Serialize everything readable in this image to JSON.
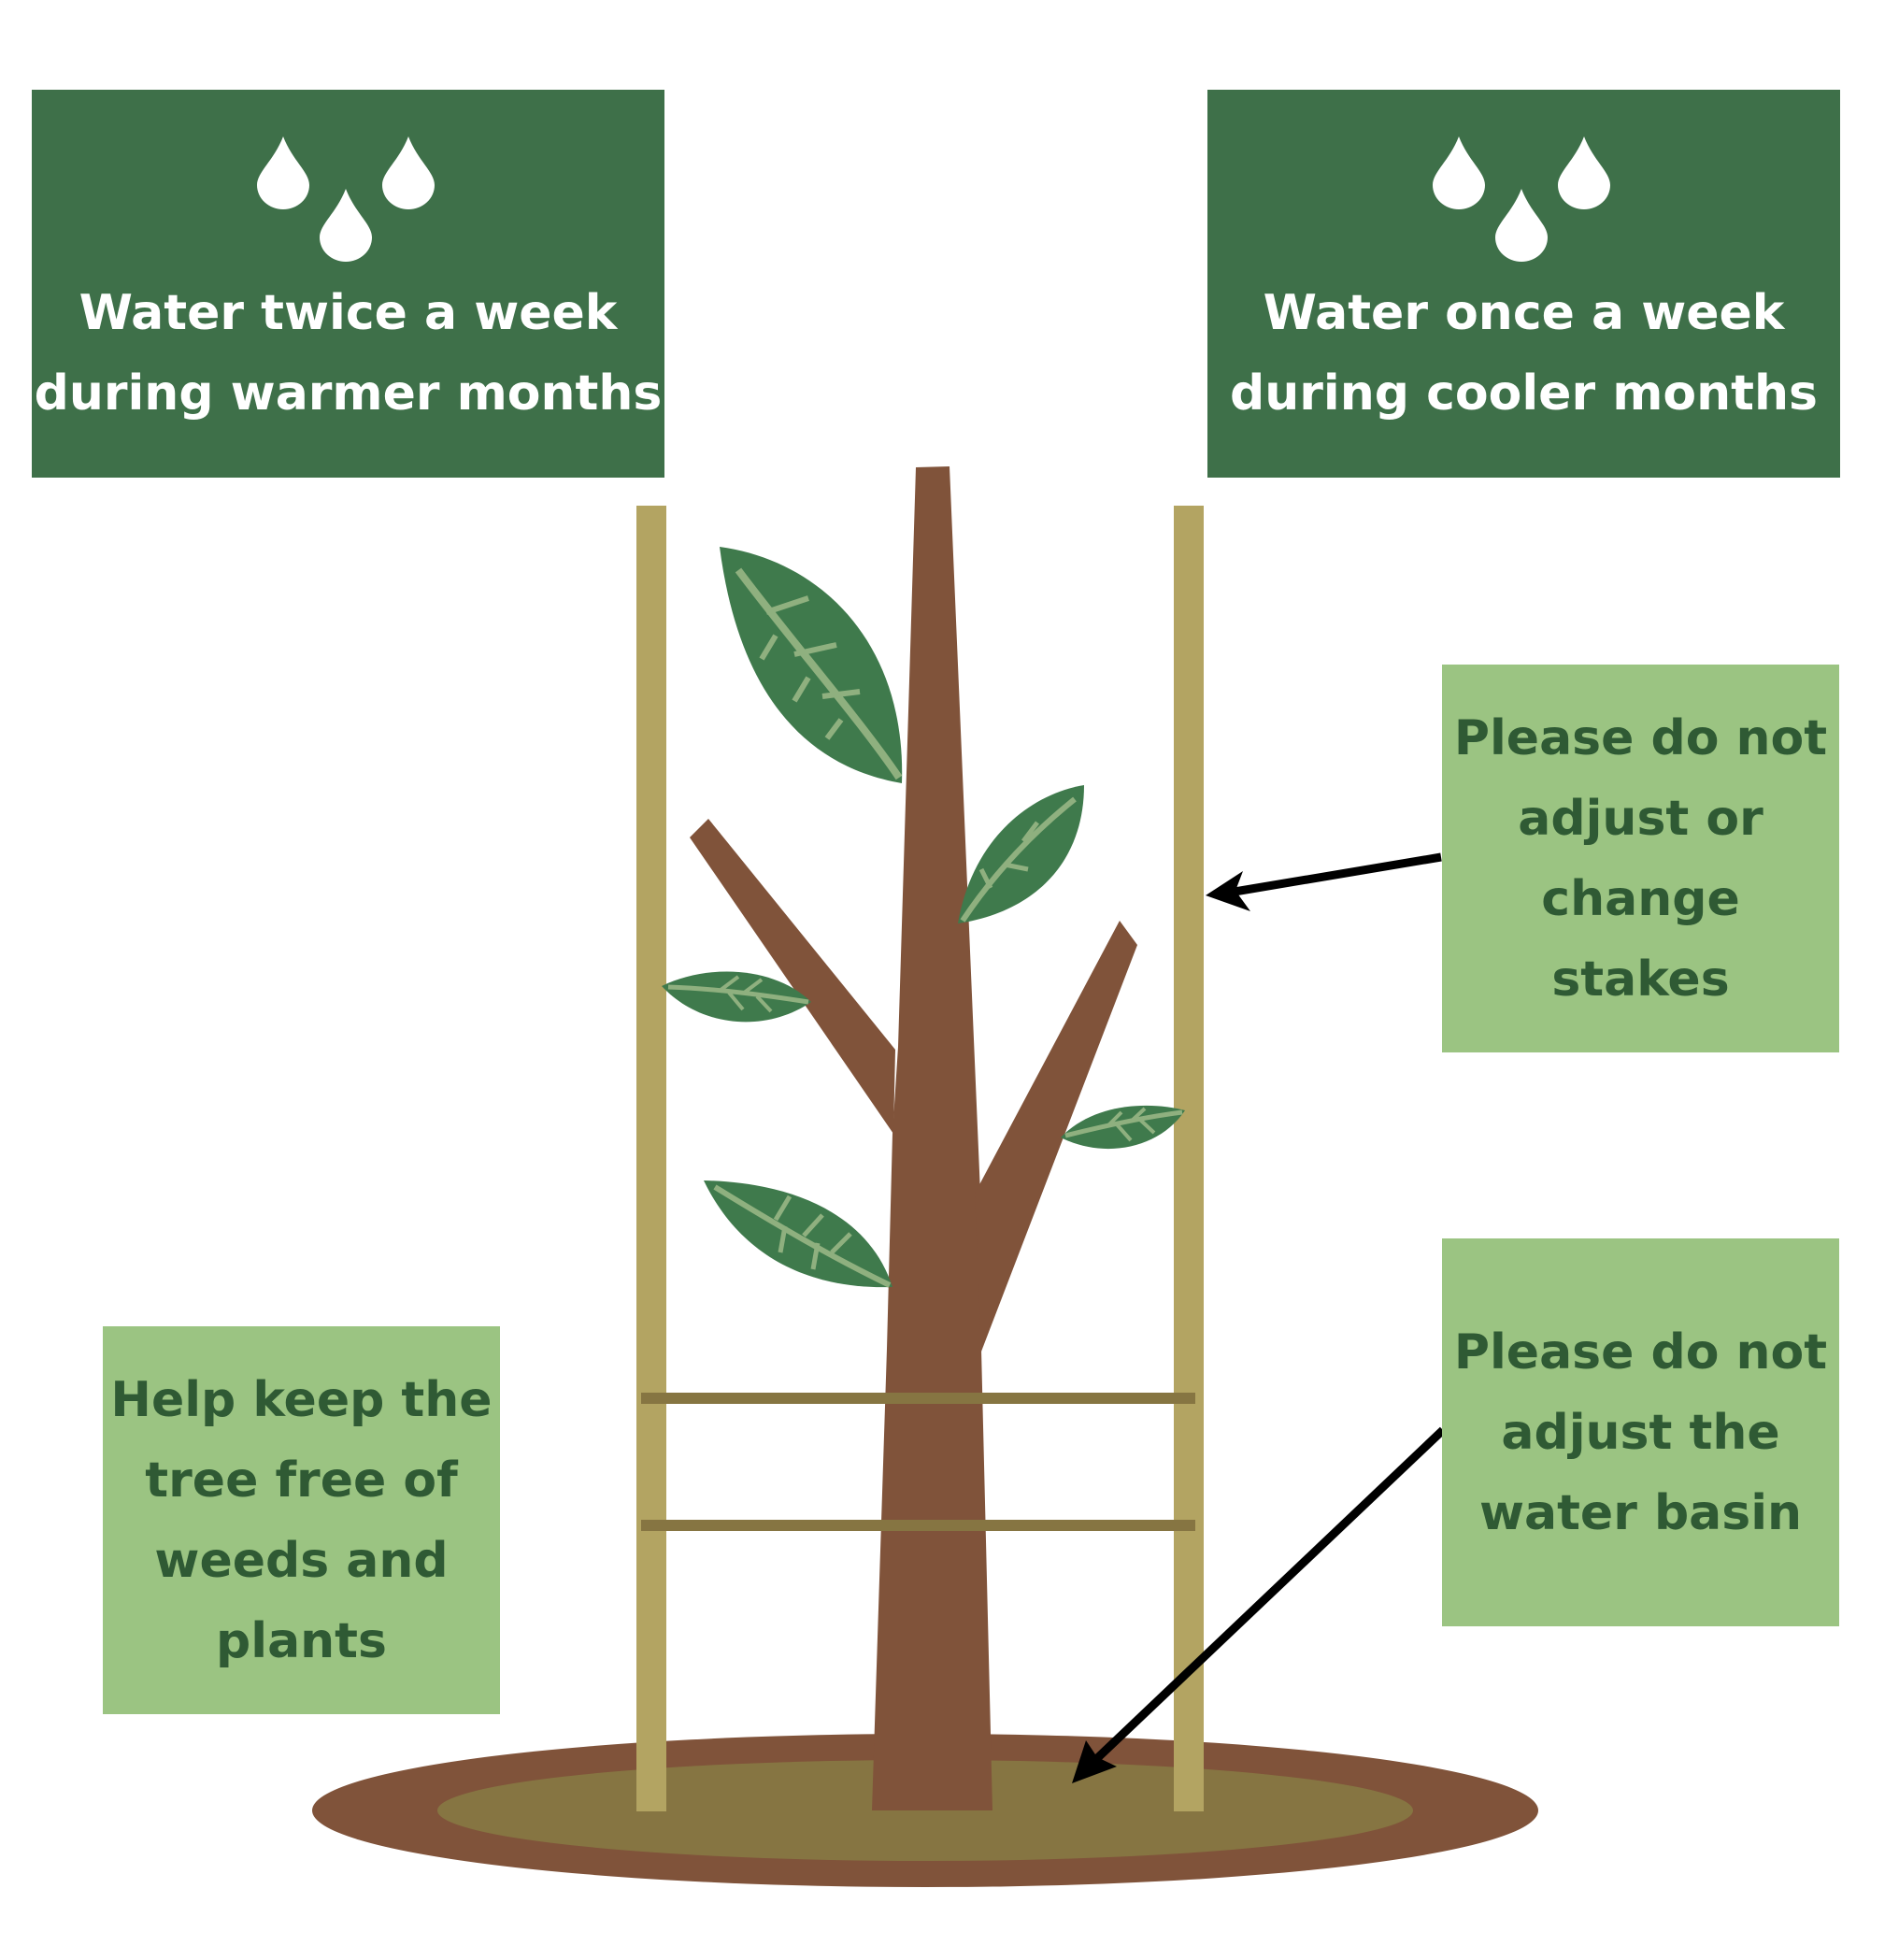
{
  "cards": {
    "warm_watering": {
      "text_line1": "Water twice a week",
      "text_line2": "during warmer months",
      "icon": "water-drops-icon"
    },
    "cool_watering": {
      "text_line1": "Water once a week",
      "text_line2": "during cooler months",
      "icon": "water-drops-icon"
    },
    "stakes": {
      "lines": [
        "Please do not",
        "adjust or",
        "change",
        "stakes"
      ]
    },
    "basin": {
      "lines": [
        "Please do not",
        "adjust the",
        "water basin"
      ]
    },
    "weeds": {
      "lines": [
        "Help keep the",
        "tree free of",
        "weeds and",
        "plants"
      ]
    }
  },
  "colors": {
    "dark_green": "#3e7049",
    "light_green": "#9bc482",
    "text_dark_green": "#2f5a34",
    "trunk": "#80533a",
    "stake": "#b3a462",
    "tie": "#867542",
    "leaf": "#3f7a4c",
    "leaf_vein": "#8fb07f",
    "soil": "#80533a",
    "basin": "#867542"
  }
}
